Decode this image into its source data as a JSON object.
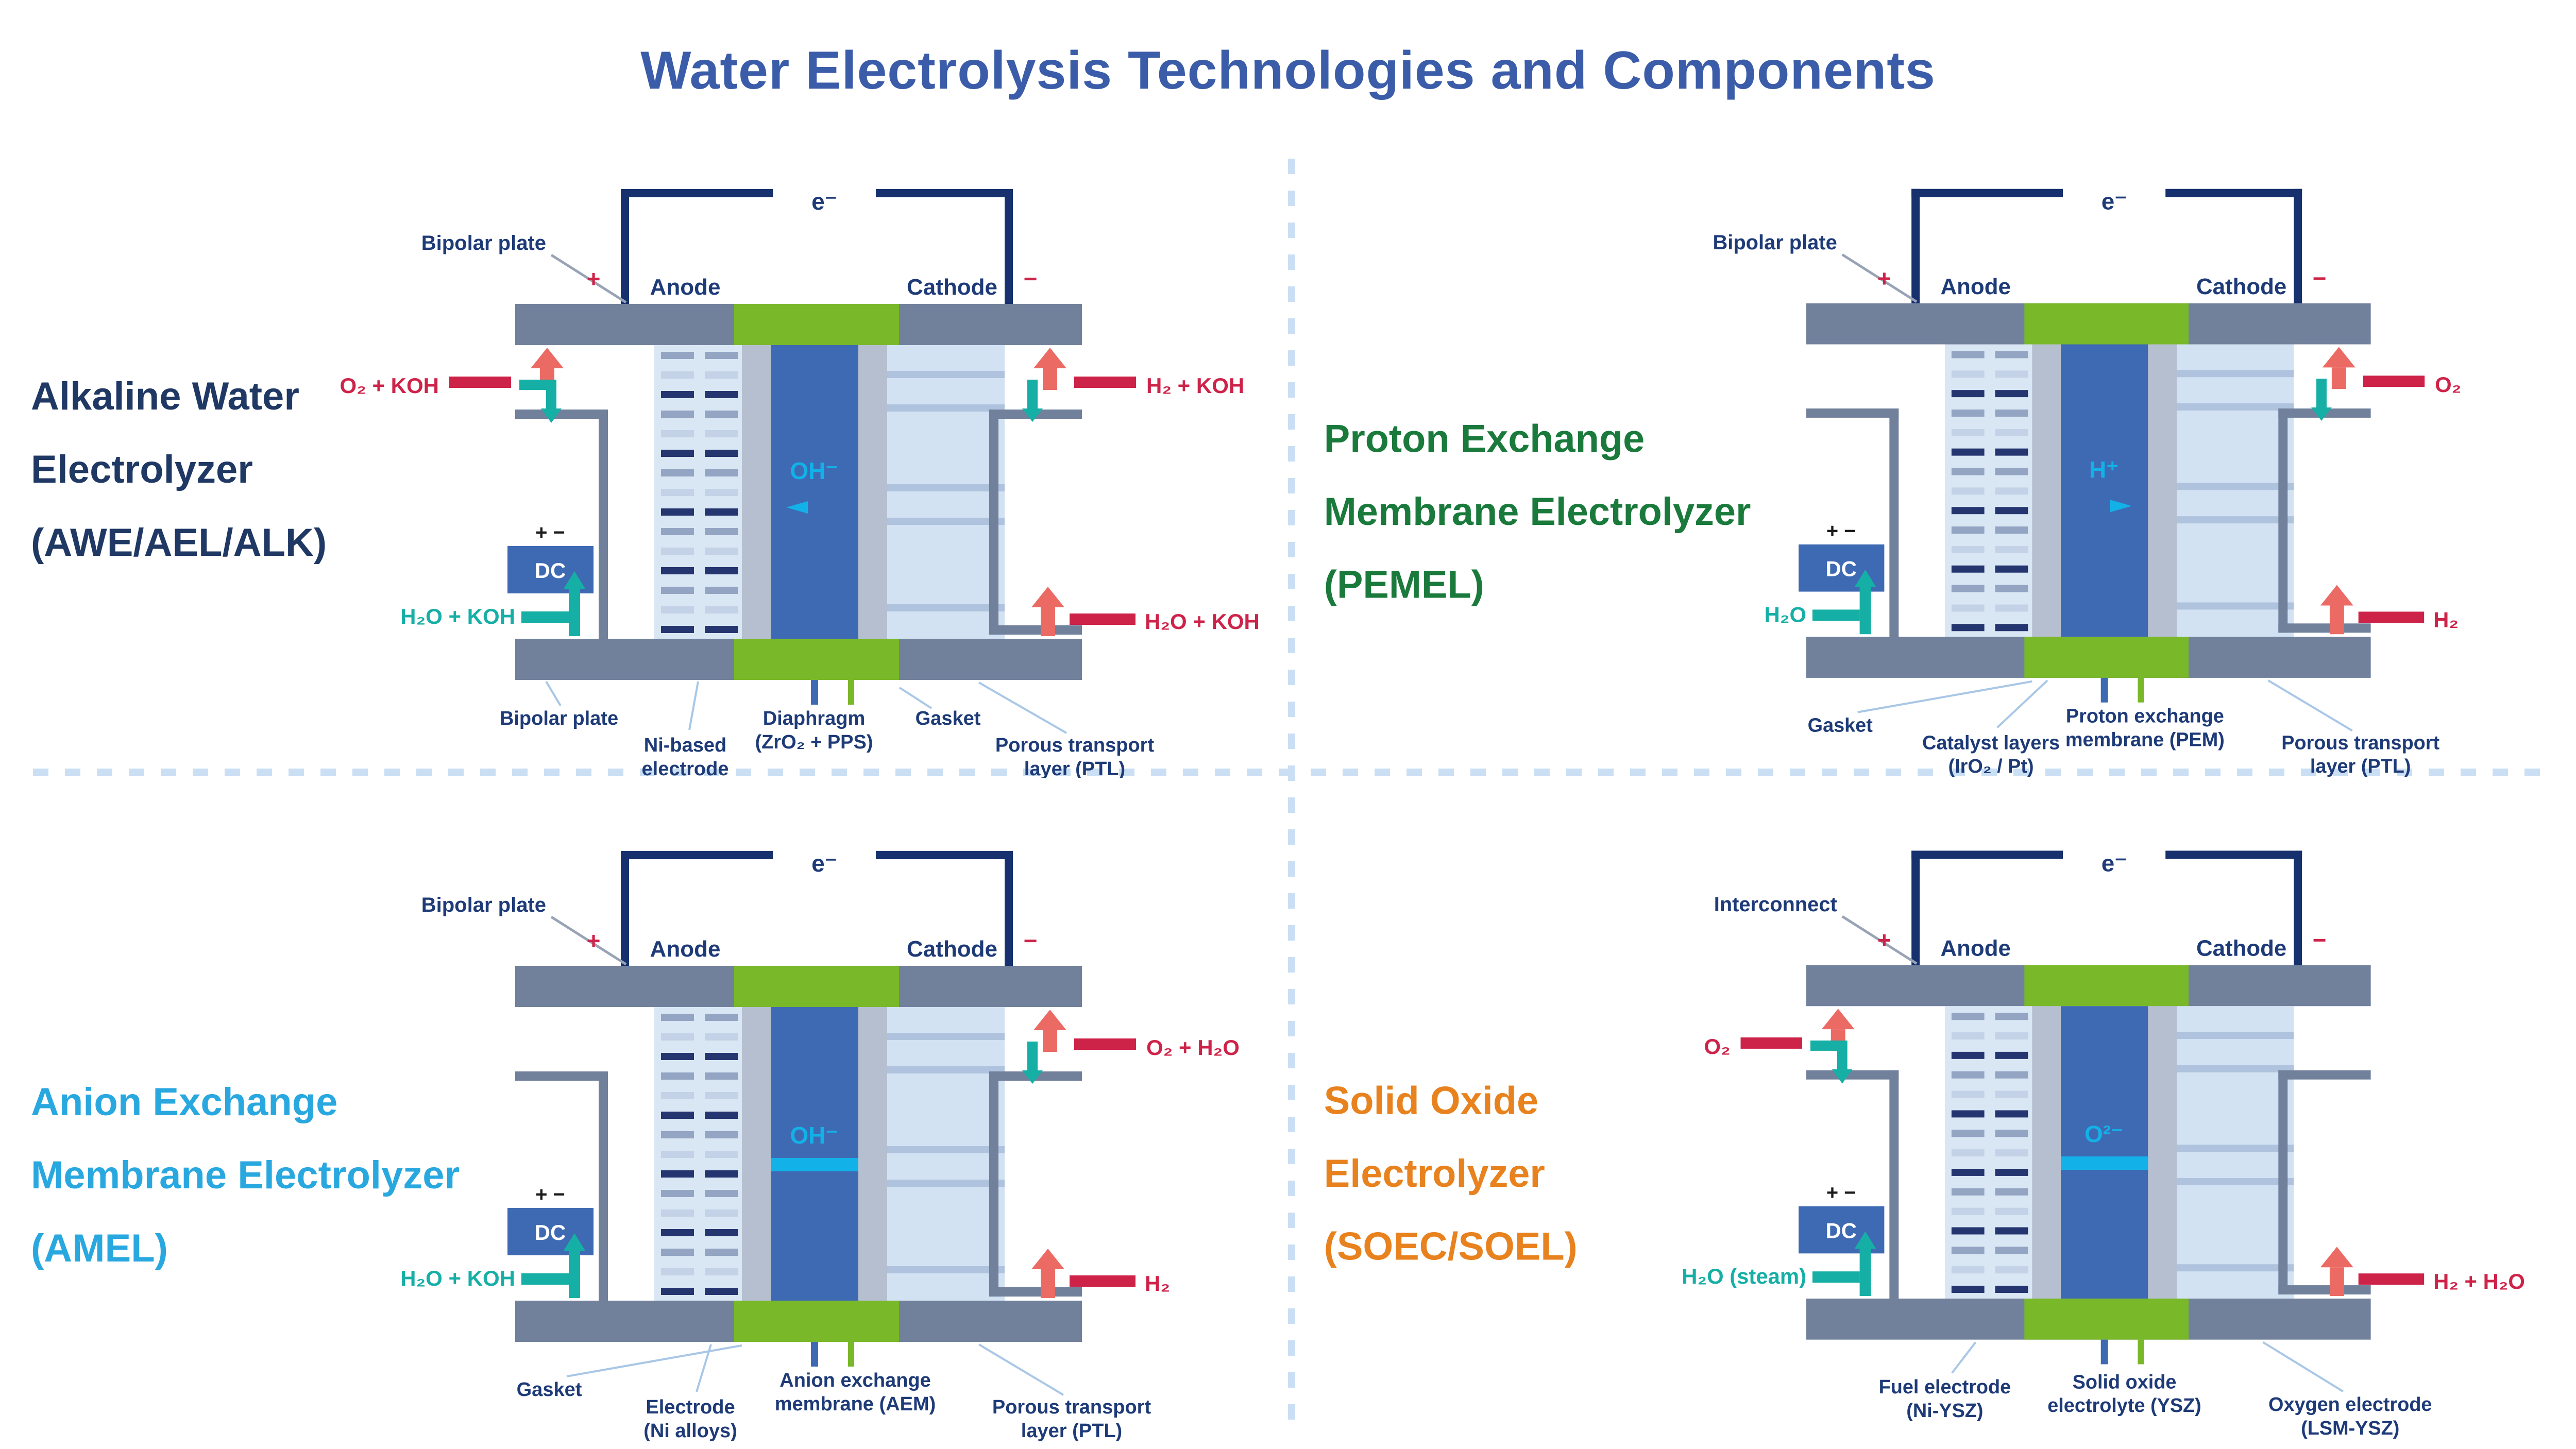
{
  "page": {
    "title": "Water Electrolysis Technologies and Components"
  },
  "shared": {
    "electron_label": "e⁻",
    "anode_label": "Anode",
    "cathode_label": "Cathode",
    "plus_sign": "+",
    "minus_sign": "−",
    "dc_label": "DC",
    "dc_polarity": "+ −"
  },
  "colors": {
    "main_title": "#3B5CA8",
    "awe_title": "#1F3864",
    "pem_title": "#1A7A3C",
    "amel_title": "#29A8E0",
    "soec_title": "#E8821E",
    "plate_bar": "#71809B",
    "gasket_green": "#79B829",
    "membrane_blue": "#3E6AB3",
    "electrode_hatch_bg": "#D9E6F4",
    "ptl_light": "#D3E2F3",
    "gas_red": "#CE2349",
    "gas_arrow_salmon": "#EC6A64",
    "water_teal": "#16AFA6",
    "ion_cyan": "#12B2E8",
    "divider_dash": "#CBDFF4"
  },
  "quadrants": [
    {
      "title1": "Alkaline Water",
      "title2": "Electrolyzer",
      "title3": "(AWE/AEL/ALK)",
      "plate_label": "Bipolar plate",
      "ion": "OH⁻",
      "port_top_left": "O₂ + KOH",
      "port_top_right": "H₂ + KOH",
      "port_bottom_left": "H₂O + KOH",
      "port_bottom_right": "H₂O + KOH",
      "c1": "Bipolar plate",
      "c2a": "Ni-based",
      "c2b": "electrode",
      "c3a": "Diaphragm",
      "c3b": "(ZrO₂ + PPS)",
      "c4": "Gasket",
      "c5a": "Porous transport",
      "c5b": "layer (PTL)"
    },
    {
      "title1": "Proton Exchange",
      "title2": "Membrane Electrolyzer",
      "title3": "(PEMEL)",
      "plate_label": "Bipolar plate",
      "ion": "H⁺",
      "port_top_right": "O₂",
      "port_bottom_left": "H₂O",
      "port_bottom_right": "H₂",
      "c1": "Gasket",
      "c2a": "Catalyst layers",
      "c2b": "(IrO₂ / Pt)",
      "c3a": "Proton exchange",
      "c3b": "membrane (PEM)",
      "c4a": "Porous transport",
      "c4b": "layer (PTL)"
    },
    {
      "title1": "Anion Exchange",
      "title2": "Membrane Electrolyzer",
      "title3": "(AMEL)",
      "plate_label": "Bipolar plate",
      "ion": "OH⁻",
      "port_top_right": "O₂ + H₂O",
      "port_bottom_left": "H₂O + KOH",
      "port_bottom_right": "H₂",
      "c1": "Gasket",
      "c2a": "Electrode",
      "c2b": "(Ni alloys)",
      "c3a": "Anion exchange",
      "c3b": "membrane (AEM)",
      "c4a": "Porous transport",
      "c4b": "layer (PTL)"
    },
    {
      "title1": "Solid Oxide",
      "title2": "Electrolyzer",
      "title3": "(SOEC/SOEL)",
      "plate_label": "Interconnect",
      "ion": "O²⁻",
      "port_top_left": "O₂",
      "port_bottom_left": "H₂O (steam)",
      "port_bottom_right": "H₂ + H₂O",
      "c1a": "Fuel electrode",
      "c1b": "(Ni-YSZ)",
      "c2a": "Solid oxide",
      "c2b": "electrolyte (YSZ)",
      "c3a": "Oxygen electrode",
      "c3b": "(LSM-YSZ)"
    }
  ]
}
